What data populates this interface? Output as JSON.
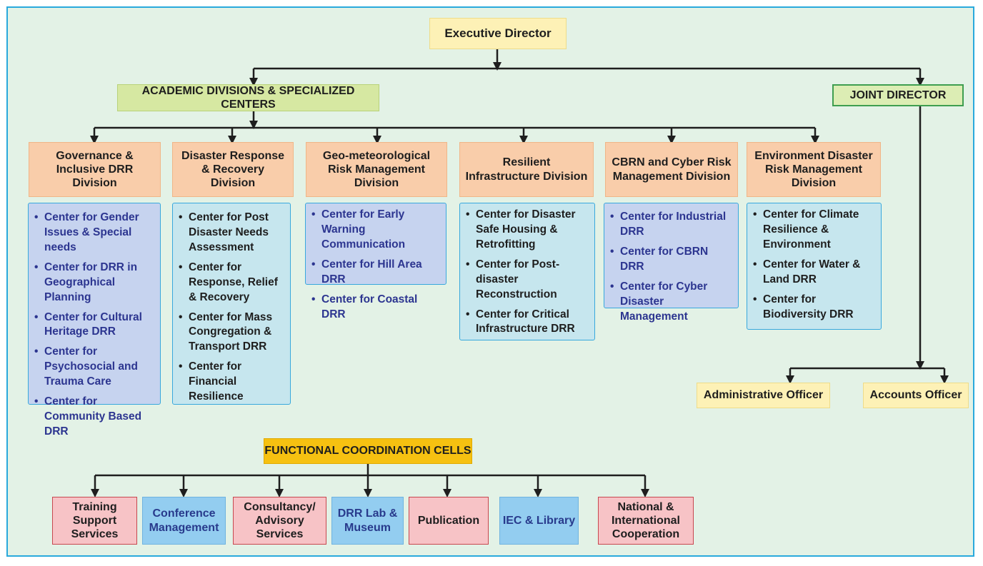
{
  "executive_director": "Executive Director",
  "academic_divisions": "ACADEMIC DIVISIONS & SPECIALIZED CENTERS",
  "joint_director": "JOINT DIRECTOR",
  "divisions": [
    {
      "title": "Governance & Inclusive DRR Division",
      "centers": [
        "Center for Gender Issues & Special needs",
        "Center for DRR in Geographical Planning",
        "Center for Cultural Heritage DRR",
        "Center for Psychosocial and Trauma Care",
        "Center for Community Based DRR"
      ]
    },
    {
      "title": "Disaster Response & Recovery Division",
      "centers": [
        "Center for Post Disaster Needs Assessment",
        "Center for Response, Relief & Recovery",
        "Center for Mass Congregation & Transport DRR",
        "Center for Financial Resilience"
      ]
    },
    {
      "title": "Geo-meteorological Risk Management Division",
      "centers": [
        "Center for Early Warning Communication",
        "Center for Hill Area DRR",
        "Center for Coastal DRR"
      ]
    },
    {
      "title": "Resilient Infrastructure Division",
      "centers": [
        "Center for Disaster Safe Housing & Retrofitting",
        "Center for Post-disaster Reconstruction",
        "Center for Critical Infrastructure DRR"
      ]
    },
    {
      "title": "CBRN and Cyber Risk Management Division",
      "centers": [
        "Center for Industrial DRR",
        "Center for CBRN DRR",
        "Center for Cyber Disaster Management"
      ]
    },
    {
      "title": "Environment Disaster Risk Management Division",
      "centers": [
        "Center for Climate Resilience & Environment",
        "Center for Water & Land DRR",
        "Center for Biodiversity DRR"
      ]
    }
  ],
  "officers": [
    "Administrative Officer",
    "Accounts Officer"
  ],
  "functional_cells_title": "FUNCTIONAL COORDINATION CELLS",
  "functional_cells": [
    "Training Support Services",
    "Conference Management",
    "Consultancy/ Advisory Services",
    "DRR Lab & Museum",
    "Publication",
    "IEC & Library",
    "National & International Cooperation"
  ],
  "colors": {
    "frame_border": "#29a9dc",
    "background": "#e3f2e6",
    "division_header": "#f9cdaa",
    "list_purple": "#c6d3ef",
    "list_cyan": "#c6e6ee",
    "cell_pink": "#f7c3c6",
    "cell_blue": "#93cdf0",
    "functional_title": "#f6c111"
  }
}
